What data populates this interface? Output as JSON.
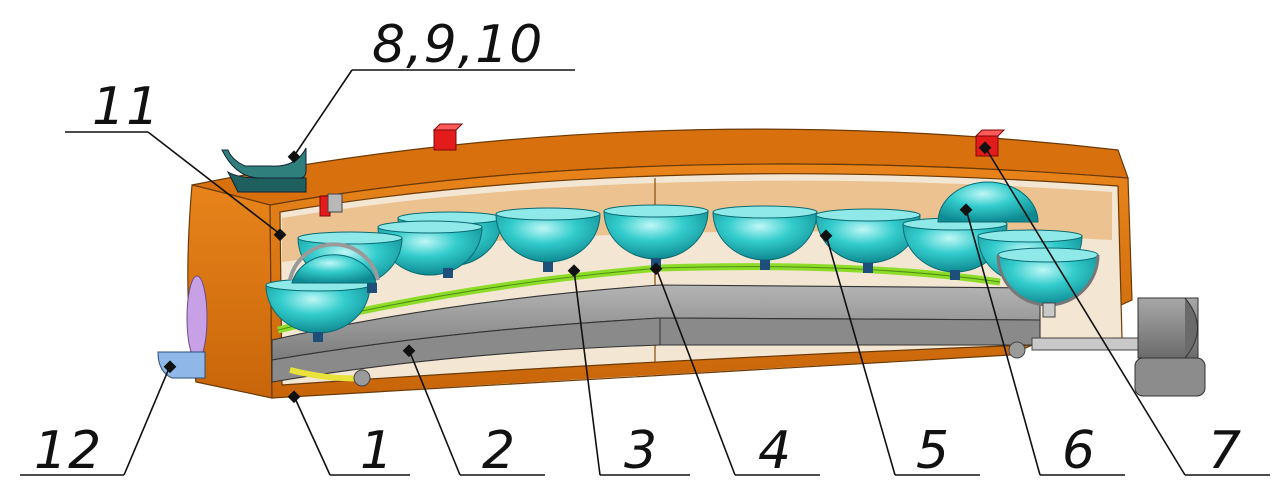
{
  "callouts": {
    "c1": "1",
    "c2": "2",
    "c3": "3",
    "c4": "4",
    "c5": "5",
    "c6": "6",
    "c7": "7",
    "c8910": "8,9,10",
    "c11": "11",
    "c12": "12"
  },
  "colors": {
    "housing": "#e07a10",
    "housing_dark": "#b55e08",
    "inner_wall": "#c9c9c9",
    "tray": "#9a9a9a",
    "tray_dark": "#6e6e6e",
    "bowl": "#2cc7c7",
    "bowl_dark": "#0f8f97",
    "bowl_rim": "#7fe6e6",
    "rail": "#8edc2a",
    "pivot": "#1e4f7a",
    "marker": "#e31b1b",
    "motor": "#8a8a8a",
    "handle": "#2f7f7c",
    "window": "#c7a0e6",
    "bracket": "#8fb8e8"
  }
}
